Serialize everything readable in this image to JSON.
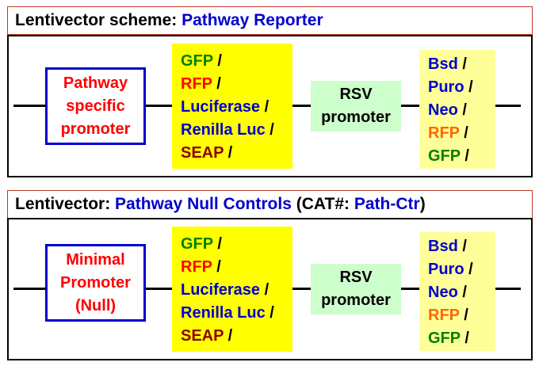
{
  "colors": {
    "gfp": "#008000",
    "rfp": "#ff0000",
    "luciferase": "#0000cc",
    "renilla": "#0000cc",
    "seap": "#8b0000",
    "marker_rfp": "#ff6600",
    "header_highlight": "#0000cc",
    "promoter_text": "#ff0000"
  },
  "panel1": {
    "header_label": "Lentivector scheme:",
    "header_highlight": "Pathway Reporter",
    "promoter_lines": [
      "Pathway",
      "specific",
      "promoter"
    ],
    "reporters": [
      {
        "name": "GFP",
        "sep": " /",
        "color": "#008000"
      },
      {
        "name": "RFP",
        "sep": " /",
        "color": "#ff0000"
      },
      {
        "name": "Luciferase",
        "sep": " /",
        "color": "#0000cc"
      },
      {
        "name": "Renilla Luc",
        "sep": " /",
        "color": "#0000cc"
      },
      {
        "name": "SEAP",
        "sep": " /",
        "color": "#8b0000"
      }
    ],
    "rsv_lines": [
      "RSV",
      "promoter"
    ],
    "markers": [
      {
        "name": "Bsd",
        "sep": " /",
        "color": "#0000cc"
      },
      {
        "name": "Puro",
        "sep": " /",
        "color": "#0000cc"
      },
      {
        "name": "Neo",
        "sep": " /",
        "color": "#0000cc"
      },
      {
        "name": "RFP",
        "sep": " /",
        "color": "#ff6600"
      },
      {
        "name": "GFP",
        "sep": " /",
        "color": "#008000"
      }
    ]
  },
  "panel2": {
    "header_label": "Lentivector:",
    "header_highlight": "Pathway Null Controls",
    "header_cat_label": "(CAT#:",
    "header_cat_value": "Path-Ctr",
    "header_close": ")",
    "promoter_lines": [
      "Minimal",
      "Promoter",
      "(Null)"
    ],
    "reporters": [
      {
        "name": "GFP",
        "sep": " /",
        "color": "#008000"
      },
      {
        "name": "RFP",
        "sep": " /",
        "color": "#ff0000"
      },
      {
        "name": "Luciferase",
        "sep": " /",
        "color": "#0000cc"
      },
      {
        "name": "Renilla Luc",
        "sep": " /",
        "color": "#0000cc"
      },
      {
        "name": "SEAP",
        "sep": " /",
        "color": "#8b0000"
      }
    ],
    "rsv_lines": [
      "RSV",
      "promoter"
    ],
    "markers": [
      {
        "name": "Bsd",
        "sep": " /",
        "color": "#0000cc"
      },
      {
        "name": "Puro",
        "sep": " /",
        "color": "#0000cc"
      },
      {
        "name": "Neo",
        "sep": " /",
        "color": "#0000cc"
      },
      {
        "name": "RFP",
        "sep": " /",
        "color": "#ff6600"
      },
      {
        "name": "GFP",
        "sep": " /",
        "color": "#008000"
      }
    ]
  }
}
